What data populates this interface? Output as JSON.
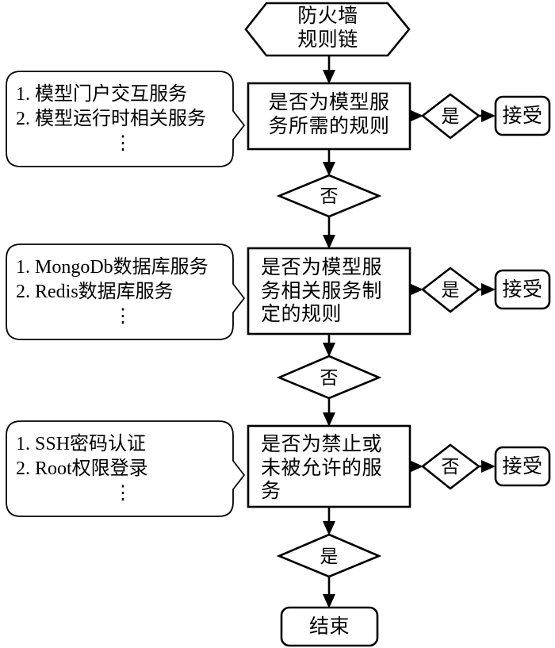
{
  "diagram": {
    "title_node": {
      "label": "防火墙\n规则链",
      "shape": "hexagon"
    },
    "decision_boxes": [
      {
        "id": "rule-check-1",
        "label": "是否为模型服\n务所需的规则",
        "shape": "rectangle"
      },
      {
        "id": "rule-check-2",
        "label": "是否为模型服\n务相关服务制\n定的规则",
        "shape": "rectangle"
      },
      {
        "id": "rule-check-3",
        "label": "是否为禁止或\n未被允许的服\n务",
        "shape": "rectangle"
      }
    ],
    "branch_diamonds": [
      {
        "id": "branch-yes-1",
        "label": "是"
      },
      {
        "id": "branch-no-1",
        "label": "否"
      },
      {
        "id": "branch-yes-2",
        "label": "是"
      },
      {
        "id": "branch-no-2",
        "label": "否"
      },
      {
        "id": "branch-no-3",
        "label": "否"
      },
      {
        "id": "branch-yes-3",
        "label": "是"
      }
    ],
    "accept_nodes": [
      {
        "id": "accept-1",
        "label": "接受"
      },
      {
        "id": "accept-2",
        "label": "接受"
      },
      {
        "id": "accept-3",
        "label": "接受"
      }
    ],
    "end_node": {
      "label": "结束"
    },
    "callouts": [
      {
        "id": "callout-model-services",
        "lines": [
          "1. 模型门户交互服务",
          "2. 模型运行时相关服务"
        ],
        "ellipsis": "⋮"
      },
      {
        "id": "callout-database-services",
        "lines": [
          "1. MongoDb数据库服务",
          "2. Redis数据库服务"
        ],
        "ellipsis": "⋮"
      },
      {
        "id": "callout-forbidden-services",
        "lines": [
          "1. SSH密码认证",
          "2. Root权限登录"
        ],
        "ellipsis": "⋮"
      }
    ],
    "colors": {
      "stroke": "#000000",
      "fill": "#ffffff",
      "text": "#000000"
    }
  }
}
